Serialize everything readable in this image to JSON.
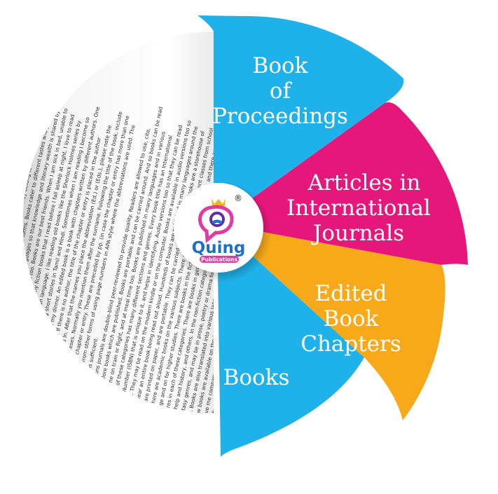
{
  "colors": {
    "blue": "#1fb2ea",
    "magenta": "#e5177b",
    "orange": "#f8a91a",
    "white": "#ffffff",
    "logo_blue": "#1a6fd1",
    "logo_pink": "#e23aa0",
    "logo_purple": "#5b2da8",
    "crown_gold": "#f2b51c"
  },
  "segments": [
    {
      "id": "proceedings",
      "lines": [
        "Book",
        "of",
        "Proceedings"
      ],
      "color": "blue"
    },
    {
      "id": "articles",
      "lines": [
        "Articles in",
        "International",
        "Journals"
      ],
      "color": "magenta"
    },
    {
      "id": "chapters",
      "lines": [
        "Edited",
        "Book",
        "Chapters"
      ],
      "color": "orange"
    },
    {
      "id": "books",
      "lines": [
        "Books"
      ],
      "color": "blue"
    }
  ],
  "logo": {
    "name": "Quing",
    "sub": "Publications",
    "registered": "®"
  },
  "background_text": "ally. Quing Publications journals are double-blind peer-reviewed to provide quality. Readers are allowed to use, cite, download, and explore books which are published. Books are portable and can be carried around. And so books can be read at any place or time on train or flight, and at meal time too. Books are published in many languages and in various categories. Each of these categories has many different sections and genres. Every book title has an International Standard Book Number (ISBN) that is unique to it, and helps in identifying. Audio versions too so that they can be read on the internet. They may be read on the modern kindle or on the computer. Books are available in audio versions too so that you can hear an entire book being read out aloud. Hundreds of books are published in many languages around the world. Books are printed on paper, and are portable. They can be carried around anywhere. Books are a storehouse of knowledge. There are academic books on the various subjects. There are textbooks for the different classes from school through college and on for higher studies. There are books in the fiction and non-fiction categories, and there are different genres in each of these categories. There are books in genres like health, nature, environment, spirituality, religion, self-help and history, and others. In the non-fiction category, fiction may belong to horror, romance, comedy, thriller or fantasy genres, and may be in prose, poetry or drama forms. Books cater to different tastes and preferences of the people. Books are also translated into various languages so that knowledge and literary wealth is shared by everyone. Now books are available on the internet too. Books are our best friends. When I am sick in bed, unable to play, books give me company. I also have many fiction books that I read before I fall asleep at night. I love to read detective and fantasy stories in the English language. I like reading old books like the Sherlock Holmes series by Arthur Conan Doyle. I also like reading short stories in Tamil and Hindi. Sometimes when I am reading I become so engrossed that I even forget to eat my dinner. An edited book is a book with chapters written by different authors. One or more editors are responsible. If there is no author, the title of the chapter or entry is placed in the author position, followed by the word In. After that the names you place the abbreviation (Ed.) or (Eds.), please note the chapter or entry in parentheses. Normally you mention them after the surname. Following the title of the book, include the page numbers of the chapter or entry. These are preceded by pp. (in case the chapter or entry has more than one page). This is different from other forms of using page numbers in APA style where the abbreviations are used. The chapter or entry title is sufficient."
}
